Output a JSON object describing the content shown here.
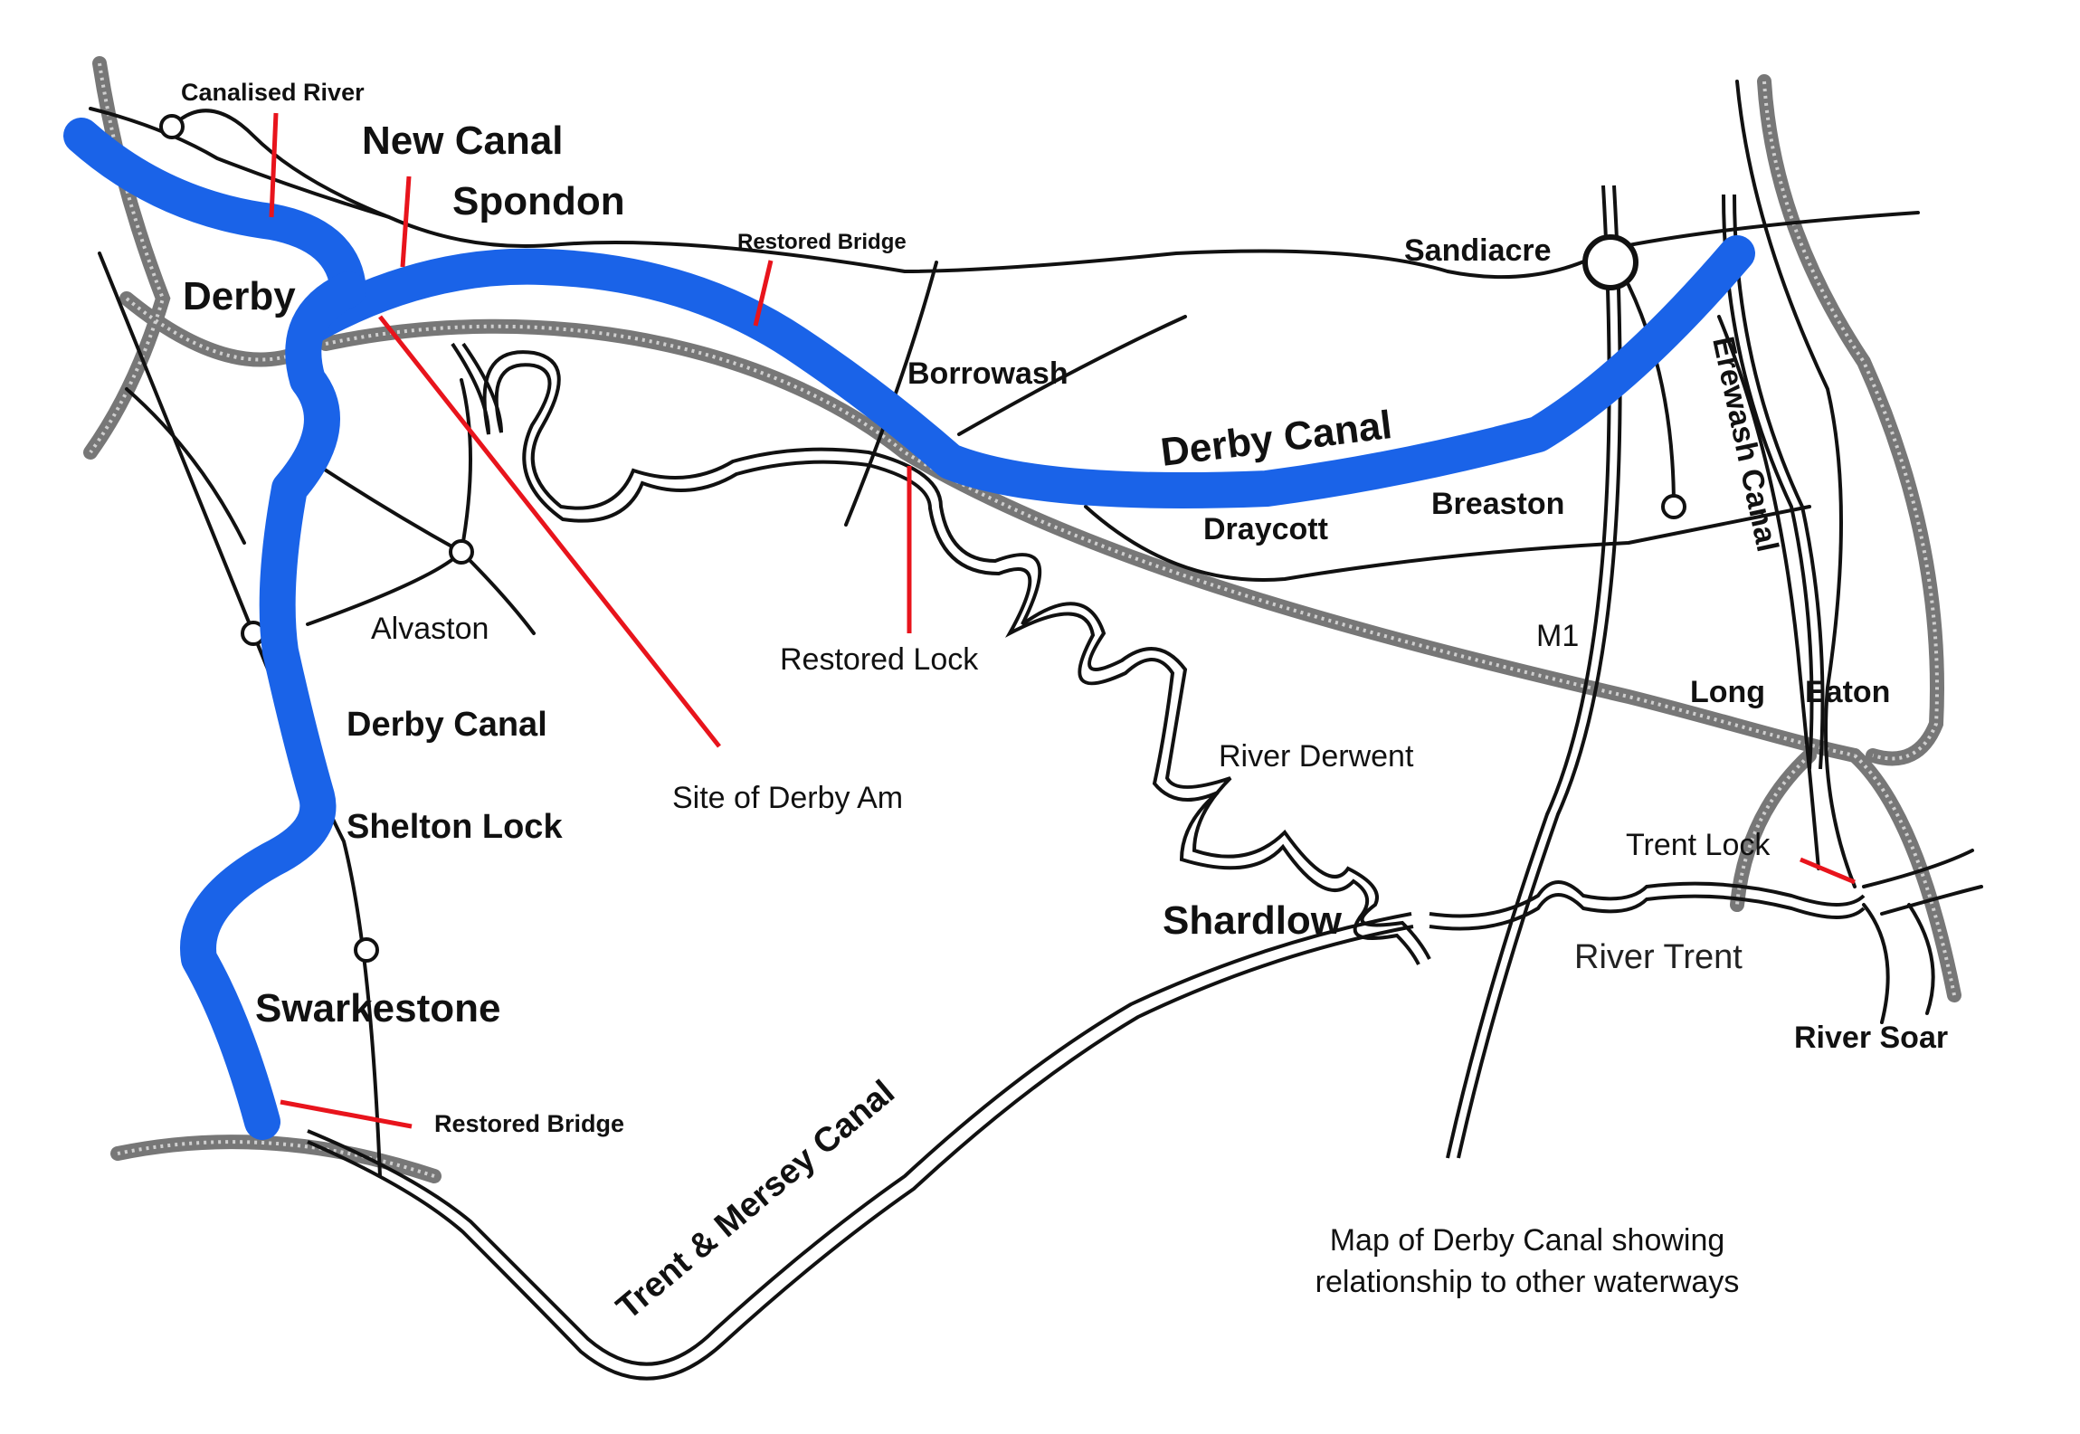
{
  "map": {
    "labels": {
      "canalised_river": "Canalised River",
      "new_canal": "New Canal",
      "spondon": "Spondon",
      "derby": "Derby",
      "restored_bridge_north": "Restored Bridge",
      "borrowash": "Borrowash",
      "sandiacre": "Sandiacre",
      "derby_canal_east": "Derby Canal",
      "erewash_canal": "Erewash Canal",
      "breaston": "Breaston",
      "draycott": "Draycott",
      "alvaston": "Alvaston",
      "restored_lock": "Restored Lock",
      "m1": "M1",
      "long": "Long",
      "eaton": "Eaton",
      "derby_canal_south": "Derby Canal",
      "river_derwent": "River Derwent",
      "site_of_derby_arm": "Site of Derby Am",
      "shelton_lock": "Shelton Lock",
      "trent_lock": "Trent Lock",
      "shardlow": "Shardlow",
      "river_trent": "River Trent",
      "swarkestone": "Swarkestone",
      "river_soar": "River Soar",
      "restored_bridge_south": "Restored Bridge",
      "trent_mersey_canal": "Trent & Mersey Canal"
    },
    "caption": {
      "line1": "Map of Derby Canal showing",
      "line2": "relationship to other waterways"
    },
    "colors": {
      "canal": "#1a63e8",
      "pointer": "#e8141c",
      "road": "#111111",
      "railway": "#8a8a8a"
    }
  }
}
